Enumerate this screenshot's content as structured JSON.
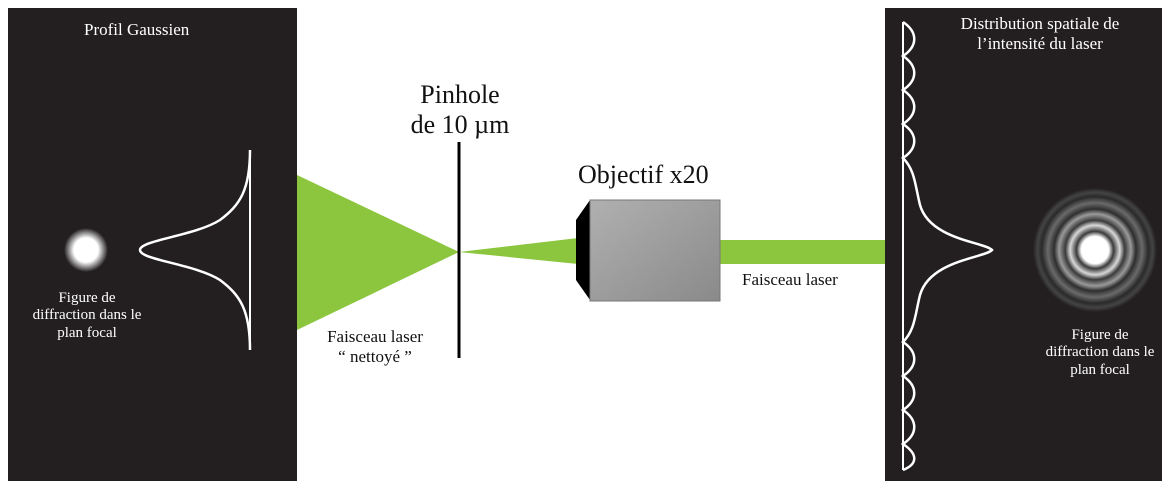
{
  "left_panel": {
    "title": "Profil Gaussien",
    "caption": [
      "Figure de",
      "diffraction dans le",
      "plan focal"
    ]
  },
  "center": {
    "pinhole_label": [
      "Pinhole",
      "de 10 µm"
    ],
    "objective_label": "Objectif x20",
    "cleaned_beam_label": [
      "Faisceau laser",
      "“ nettoyé ”"
    ],
    "beam_label": "Faisceau laser"
  },
  "right_panel": {
    "title": [
      "Distribution spatiale de",
      "l’intensité du laser"
    ],
    "caption": [
      "Figure de",
      "diffraction dans le",
      "plan focal"
    ]
  },
  "colors": {
    "beam": "#8cc63f",
    "panel": "#231f20",
    "objective_body": "#9d9d9d",
    "objective_tip": "#000000"
  }
}
